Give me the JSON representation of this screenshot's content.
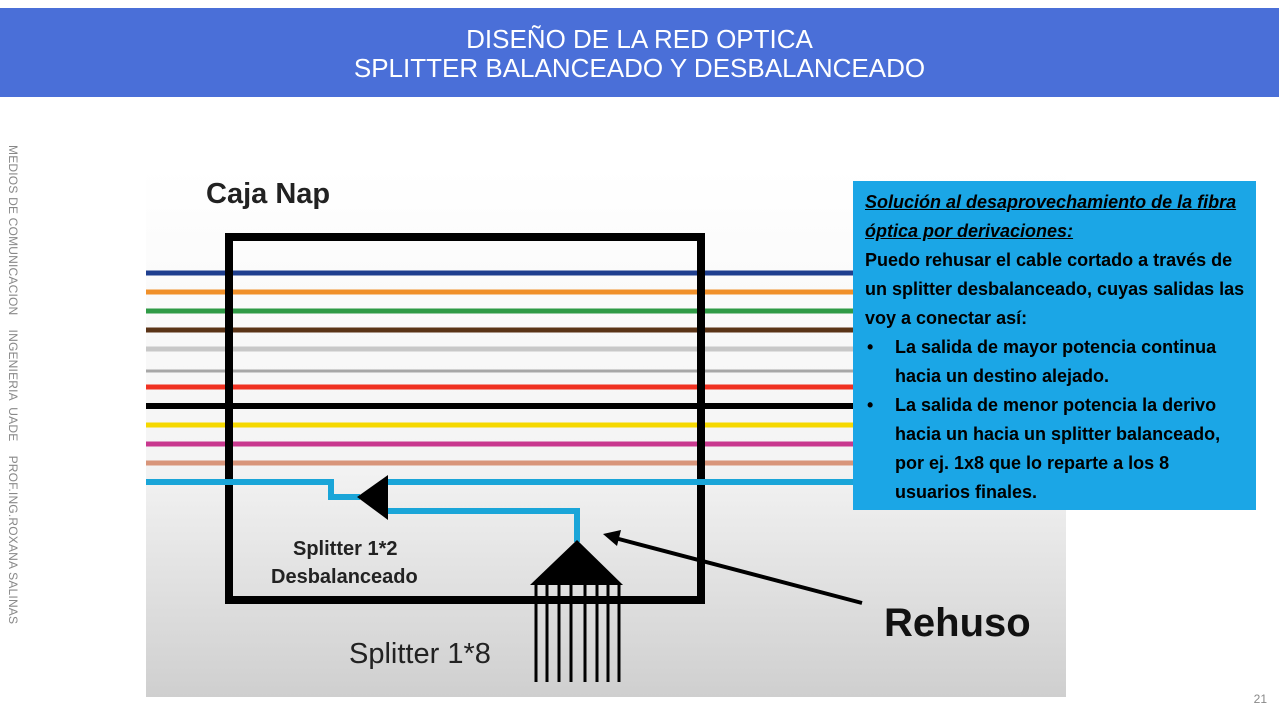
{
  "header": {
    "title_line1": "DISEÑO DE LA RED OPTICA",
    "title_line2": "SPLITTER BALANCEADO Y DESBALANCEADO"
  },
  "sidebar": {
    "text": "MEDIOS DE COMUNICACION    INGENIERIA  UADE    PROF.ING.ROXANA SALINAS"
  },
  "diagram": {
    "box_label": "Caja  Nap",
    "splitter12_line1": "Splitter  1*2",
    "splitter12_line2": "Desbalanceado",
    "splitter18_label": "Splitter 1*8",
    "reuse_label": "Rehuso",
    "fiber_colors": [
      "#1f3f8f",
      "#f0902a",
      "#2f9a46",
      "#5a3417",
      "#c8c8c8",
      "#a8a8a8",
      "#f03222",
      "#000000",
      "#f5d800",
      "#c8388e",
      "#d8957a",
      "#1aa5d8"
    ]
  },
  "infobox": {
    "title": "Solución al desaprovechamiento de la fibra óptica por derivaciones:",
    "body": "Puedo rehusar el cable cortado a través de un splitter desbalanceado, cuyas salidas las voy a conectar así:",
    "bullets": [
      "La salida de mayor potencia continua hacia un destino alejado.",
      "La salida de menor potencia la derivo hacia un hacia un splitter balanceado, por ej. 1x8 que lo reparte a los 8 usuarios finales."
    ]
  },
  "page_number": "21"
}
